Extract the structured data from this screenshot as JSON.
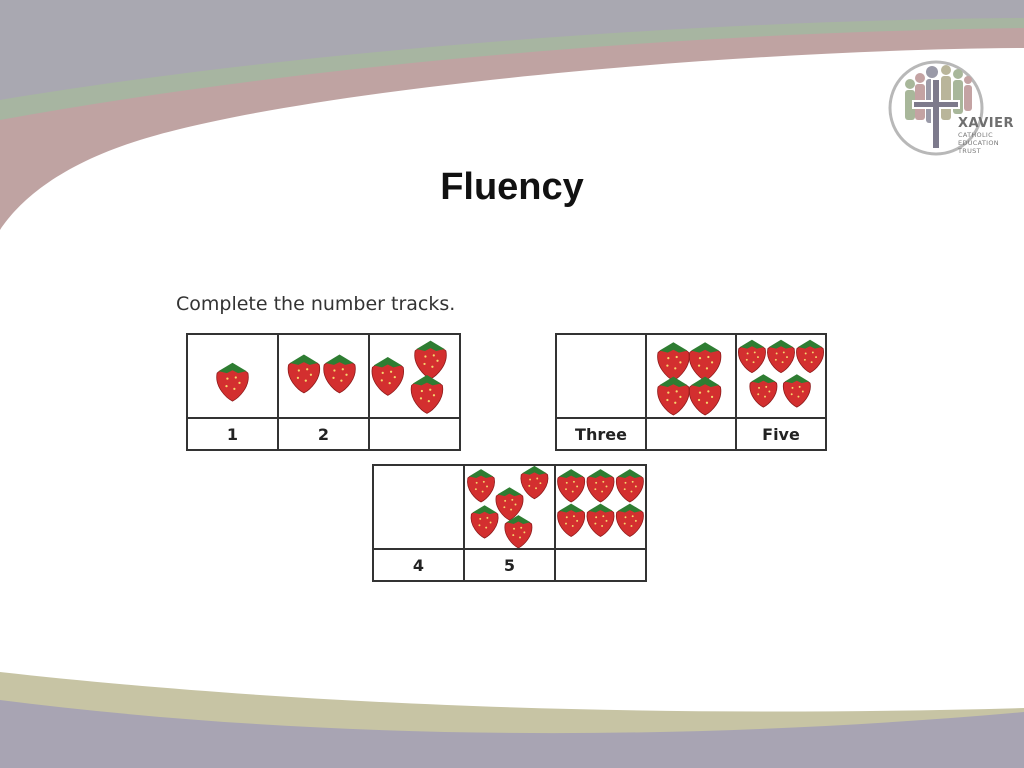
{
  "slide": {
    "title": "Fluency",
    "instruction": "Complete the number tracks."
  },
  "logo": {
    "name": "XAVIER",
    "line1": "CATHOLIC",
    "line2": "EDUCATION",
    "line3": "TRUST",
    "icon": "people-cross-icon"
  },
  "colors": {
    "band_top": "#a9a8b1",
    "band_green": "#a7b5a1",
    "band_pink": "#bfa3a2",
    "band_bottom_olive": "#c7c4a4",
    "band_bottom_lavender": "#a8a4b3",
    "strawberry": "#d32f2f",
    "leaf": "#2e7d32"
  },
  "tracks": [
    {
      "cells": [
        {
          "strawberries": 1,
          "label": "1"
        },
        {
          "strawberries": 2,
          "label": "2"
        },
        {
          "strawberries": 3,
          "label": ""
        }
      ]
    },
    {
      "cells": [
        {
          "strawberries": 0,
          "label": "Three"
        },
        {
          "strawberries": 4,
          "label": ""
        },
        {
          "strawberries": 5,
          "label": "Five"
        }
      ]
    },
    {
      "cells": [
        {
          "strawberries": 0,
          "label": "4"
        },
        {
          "strawberries": 5,
          "label": "5"
        },
        {
          "strawberries": 6,
          "label": ""
        }
      ]
    }
  ]
}
